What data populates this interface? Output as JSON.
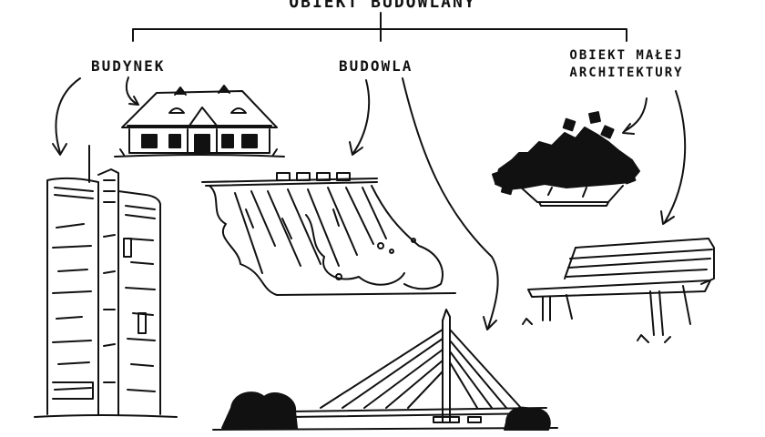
{
  "title": "OBIEKT BUDOWLANY",
  "categories": {
    "budynek": "BUDYNEK",
    "budowla": "BUDOWLA",
    "maly_obiekt_line1": "OBIEKT MAŁEJ",
    "maly_obiekt_line2": "ARCHITEKTURY"
  },
  "colors": {
    "ink": "#111111",
    "paper": "#ffffff"
  }
}
